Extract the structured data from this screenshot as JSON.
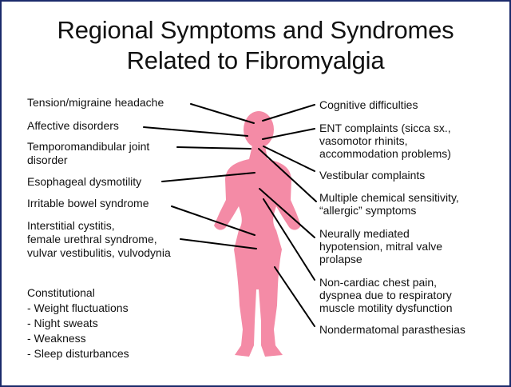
{
  "title": {
    "line1": "Regional Symptoms and Syndromes",
    "line2": "Related to Fibromyalgia"
  },
  "left_labels": {
    "tension": "Tension/migraine headache",
    "affective": "Affective disorders",
    "tmj_1": "Temporomandibular joint",
    "tmj_2": "disorder",
    "esophageal": "Esophageal dysmotility",
    "ibs": "Irritable bowel syndrome",
    "cystitis_1": "Interstitial cystitis,",
    "cystitis_2": "female urethral syndrome,",
    "cystitis_3": "vulvar vestibulitis, vulvodynia",
    "constitutional_title": "Constitutional",
    "constitutional_1": "- Weight fluctuations",
    "constitutional_2": "- Night sweats",
    "constitutional_3": "- Weakness",
    "constitutional_4": "- Sleep disturbances"
  },
  "right_labels": {
    "cognitive": "Cognitive difficulties",
    "ent_1": "ENT complaints (sicca sx.,",
    "ent_2": "vasomotor rhinits,",
    "ent_3": "accommodation problems)",
    "vestibular": "Vestibular complaints",
    "mcs_1": "Multiple chemical sensitivity,",
    "mcs_2": "“allergic” symptoms",
    "neural_1": "Neurally mediated",
    "neural_2": "hypotension, mitral valve",
    "neural_3": "prolapse",
    "chest_1": "Non-cardiac chest pain,",
    "chest_2": "dyspnea due to respiratory",
    "chest_3": "muscle motility dysfunction",
    "paresthesias": "Nondermatomal parasthesias"
  },
  "colors": {
    "figure": "#f48ba6",
    "border": "#1b2a6b",
    "leader_line": "#000000"
  }
}
